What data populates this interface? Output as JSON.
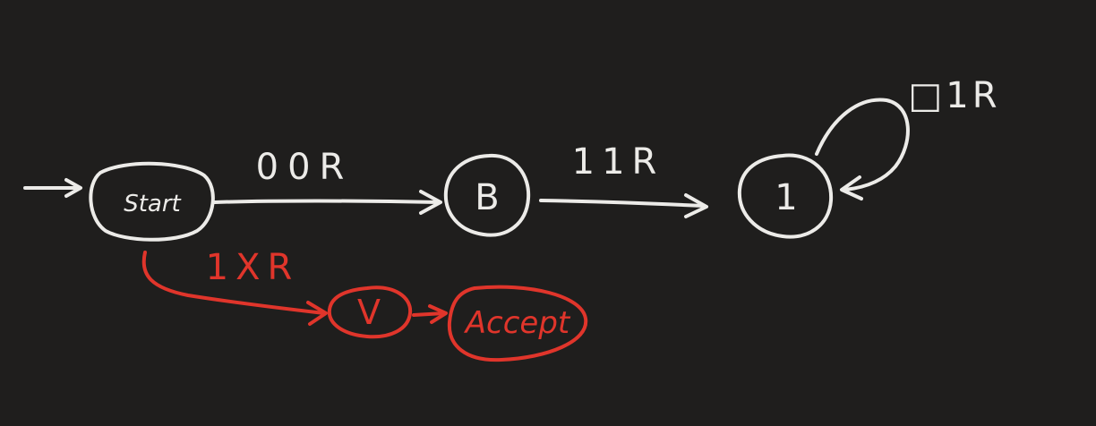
{
  "colors": {
    "background": "#1f1e1d",
    "ink_white": "#ecebe8",
    "ink_red": "#e0352b"
  },
  "states": {
    "start": "Start",
    "b": "B",
    "one": "1",
    "v": "V",
    "accept": "Accept"
  },
  "transitions": {
    "start_to_b": "00R",
    "b_to_one": "11R",
    "one_loop": "□1R",
    "start_to_v": "1XR"
  }
}
